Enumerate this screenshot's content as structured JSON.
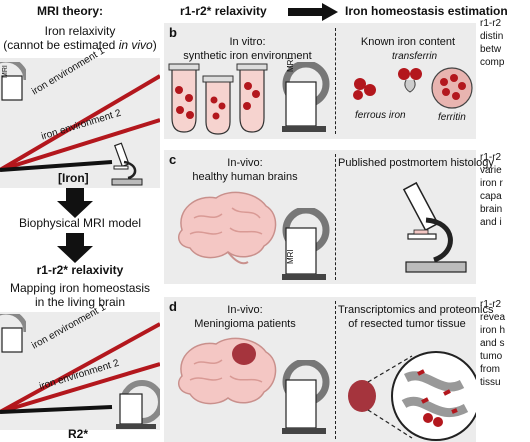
{
  "header": {
    "mri_theory": "MRI theory:",
    "relaxivity": "r1-r2* relaxivity",
    "estimation": "Iron homeostasis estimation"
  },
  "left": {
    "iron_relax_1": "Iron relaxivity",
    "iron_relax_2a": "(cannot be estimated ",
    "iron_relax_2b": "in vivo",
    "iron_relax_2c": ")",
    "env1": "iron environment 1",
    "env2": "iron environment 2",
    "iron_axis": "[Iron]",
    "biophysical": "Biophysical MRI model",
    "relaxivity_bold": "r1-r2* relaxivity",
    "mapping_1": "Mapping iron homeostasis",
    "mapping_2": "in the living brain",
    "r2_axis": "R2*",
    "mri": "MRI"
  },
  "panel_b": {
    "letter": "b",
    "title_1": "In vitro:",
    "title_2": "synthetic iron environment",
    "right_title": "Known iron content",
    "transferrin": "transferrin",
    "ferrous": "ferrous iron",
    "ferritin": "ferritin",
    "side_1": "r1-r2",
    "side_2": "distin",
    "side_3": "betw",
    "side_4": "comp"
  },
  "panel_c": {
    "letter": "c",
    "title_1": "In-vivo:",
    "title_2": "healthy human brains",
    "right_title": "Published postmortem histology",
    "side_1": "r1-r2",
    "side_2": "varie",
    "side_3": "iron r",
    "side_4": "capa",
    "side_5": "brain",
    "side_6": "and i"
  },
  "panel_d": {
    "letter": "d",
    "title_1": "In-vivo:",
    "title_2": "Meningioma patients",
    "right_title_1": "Transcriptomics and proteomics",
    "right_title_2": "of resected tumor tissue",
    "side_1": "r1-r2",
    "side_2": "revea",
    "side_3": "iron h",
    "side_4": "and s",
    "side_5": "tumo",
    "side_6": "from",
    "side_7": "tissu"
  },
  "colors": {
    "red": "#b3171d",
    "panel": "#ececec",
    "brain": "#f4c7c4",
    "tumor": "#a5343d"
  },
  "icons": [
    "mri-scanner-icon",
    "microscope-icon",
    "test-tube-icon",
    "brain-icon",
    "down-arrow-icon",
    "right-arrow-icon",
    "iron-sphere-icon"
  ]
}
